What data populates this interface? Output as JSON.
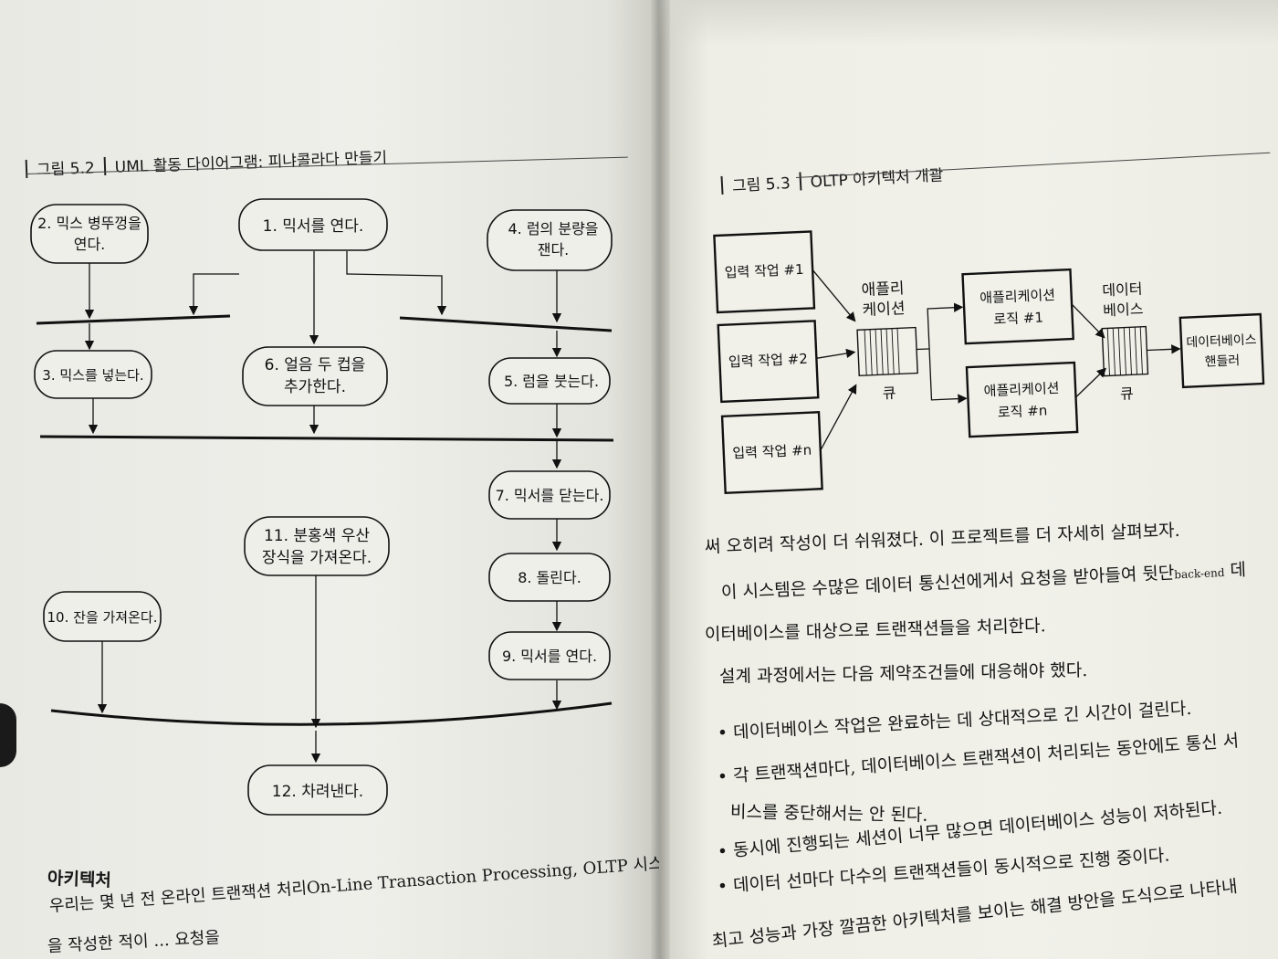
{
  "left_page": {
    "figure_label": "그림 5.2",
    "figure_title": "UML 활동 다이어그램: 피냐콜라다 만들기",
    "nodes": [
      {
        "id": "n2",
        "lines": [
          "2. 믹스 병뚜껑을",
          "연다."
        ]
      },
      {
        "id": "n1",
        "lines": [
          "1. 믹서를 연다."
        ]
      },
      {
        "id": "n4",
        "lines": [
          "4. 럼의 분량을",
          "잰다."
        ]
      },
      {
        "id": "n3",
        "lines": [
          "3. 믹스를 넣는다."
        ]
      },
      {
        "id": "n6",
        "lines": [
          "6. 얼음 두 컵을",
          "추가한다."
        ]
      },
      {
        "id": "n5",
        "lines": [
          "5. 럼을 붓는다."
        ]
      },
      {
        "id": "n7",
        "lines": [
          "7. 믹서를 닫는다."
        ]
      },
      {
        "id": "n11",
        "lines": [
          "11. 분홍색 우산",
          "장식을 가져온다."
        ]
      },
      {
        "id": "n8",
        "lines": [
          "8. 돌린다."
        ]
      },
      {
        "id": "n10",
        "lines": [
          "10. 잔을 가져온다."
        ]
      },
      {
        "id": "n9",
        "lines": [
          "9. 믹서를 연다."
        ]
      },
      {
        "id": "n12",
        "lines": [
          "12. 차려낸다."
        ]
      }
    ],
    "section_heading": "아키텍처",
    "paragraph_lines": [
      "우리는 몇 년 전 온라인 트랜잭션 처리On-Line Transaction Processing, OLTP 시스템",
      "을 작성한 적이 ... 요청을"
    ]
  },
  "right_page": {
    "figure_label": "그림 5.3",
    "figure_title": "OLTP 아키텍처 개괄",
    "inputs": [
      "입력 작업 #1",
      "입력 작업 #2",
      "입력 작업 #n"
    ],
    "app_queue_label": [
      "애플리",
      "케이션"
    ],
    "queue_label": "큐",
    "logic_boxes": [
      [
        "애플리케이션",
        "로직 #1"
      ],
      [
        "애플리케이션",
        "로직 #n"
      ]
    ],
    "db_queue_label": [
      "데이터",
      "베이스"
    ],
    "db_queue_caption": "큐",
    "handler": [
      "데이터베이스",
      "핸들러"
    ],
    "paragraphs": [
      "써 오히려 작성이 더 쉬워졌다. 이 프로젝트를 더 자세히 살펴보자.",
      "이 시스템은 수많은 데이터 통신선에게서 요청을 받아들여 뒷단",
      "이터베이스를 대상으로 트랜잭션들을 처리한다.",
      "설계 과정에서는 다음 제약조건들에 대응해야 했다."
    ],
    "inline_term": "back-end",
    "inline_term_suffix": " 데",
    "bullets": [
      "데이터베이스 작업은 완료하는 데 상대적으로 긴 시간이 걸린다.",
      "각 트랜잭션마다, 데이터베이스 트랜잭션이 처리되는 동안에도 통신 서",
      "동시에 진행되는 세션이 너무 많으면 데이터베이스 성능이 저하된다.",
      "데이터 선마다 다수의 트랜잭션들이 동시적으로 진행 중이다."
    ],
    "bullet_continuation": "비스를 중단해서는 안 된다.",
    "closing_line": "최고 성능과 가장 깔끔한 아키텍처를 보이는 해결 방안을 도식으로 나타내"
  }
}
